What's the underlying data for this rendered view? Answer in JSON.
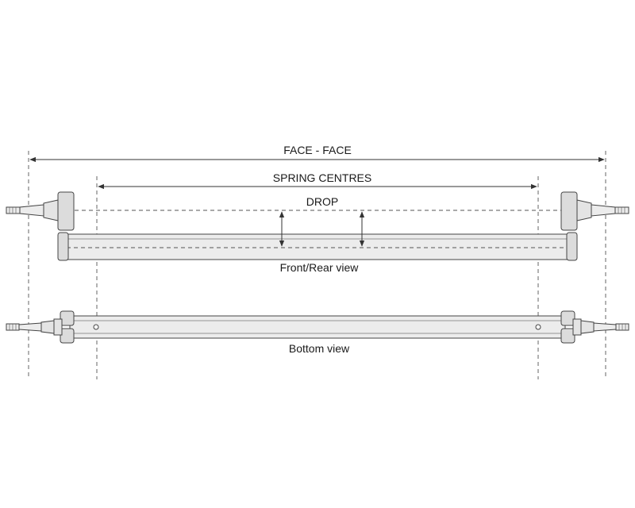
{
  "labels": {
    "face_face": "FACE - FACE",
    "spring_centres": "SPRING CENTRES",
    "drop": "DROP",
    "front_rear_view": "Front/Rear view",
    "bottom_view": "Bottom view"
  },
  "colors": {
    "line": "#333333",
    "fill_light": "#ececec",
    "fill_mid": "#dcdcdc",
    "background": "#ffffff"
  }
}
